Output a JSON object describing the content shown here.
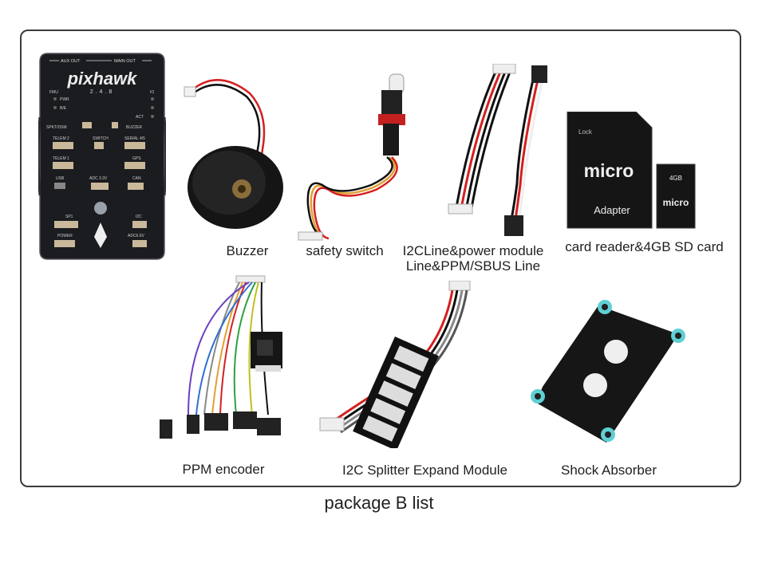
{
  "items": [
    {
      "caption": "Buzzer"
    },
    {
      "caption": "safety switch"
    },
    {
      "caption_line1": "I2CLine&power module",
      "caption_line2": "Line&PPM/SBUS Line"
    },
    {
      "caption": "card reader&4GB SD card"
    },
    {
      "caption": "PPM encoder"
    },
    {
      "caption": "I2C Splitter Expand Module"
    },
    {
      "caption": "Shock Absorber"
    }
  ],
  "pixhawk": {
    "logo": "pixhawk",
    "version": "2.4.8",
    "labels": [
      "AUX OUT",
      "MAIN OUT",
      "FMU",
      "IO",
      "PWR",
      "B/E",
      "ACT",
      "SPKT/DSM",
      "BUZZER",
      "TELEM 2",
      "SWITCH",
      "SERIAL 4/5",
      "TELEM 1",
      "GPS",
      "USB",
      "ADC 3.3V",
      "CAN",
      "SP1",
      "I2C",
      "POWER",
      "ADC6.6V"
    ]
  },
  "sd_card": {
    "brand": "micro",
    "adapter_label": "Adapter",
    "lock_label": "Lock",
    "capacity": "4GB"
  },
  "footer": {
    "title": "package B list"
  }
}
